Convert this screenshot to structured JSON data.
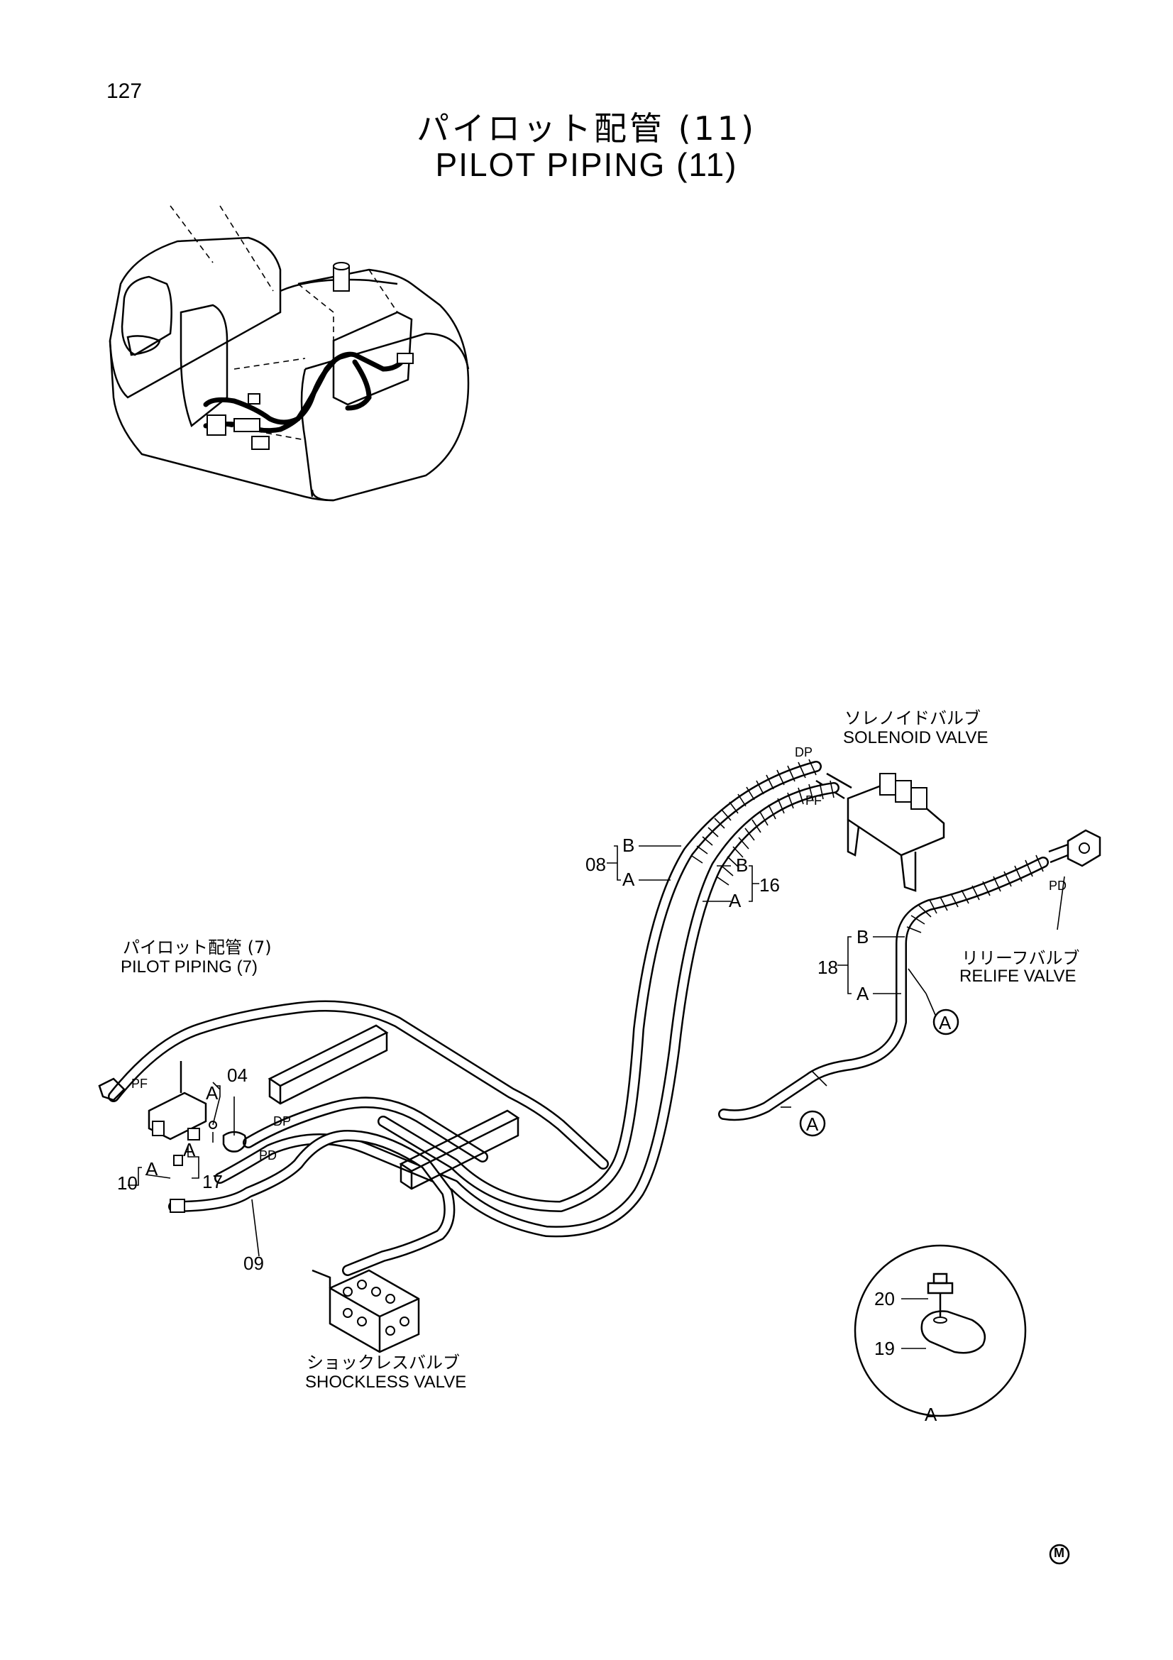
{
  "page_number": "127",
  "title": {
    "japanese": "パイロット配管 (11)",
    "english": "PILOT PIPING (11)"
  },
  "components": {
    "solenoid_valve": {
      "japanese": "ソレノイドバルブ",
      "english": "SOLENOID VALVE"
    },
    "relief_valve": {
      "japanese": "リリーフバルブ",
      "english": "RELIFE VALVE"
    },
    "pilot_piping_ref": {
      "japanese": "パイロット配管 (7)",
      "english": "PILOT PIPING (7)"
    },
    "shockless_valve": {
      "japanese": "ショックレスバルブ",
      "english": "SHOCKLESS VALVE"
    }
  },
  "part_numbers": [
    "04",
    "08",
    "09",
    "10",
    "16",
    "17",
    "18",
    "19",
    "20"
  ],
  "port_labels": {
    "dp": "DP",
    "pf": "PF",
    "pd": "PD"
  },
  "end_labels": {
    "a": "A",
    "b": "B"
  },
  "detail_view": {
    "label": "A"
  },
  "symbol": "M",
  "icons": [
    "circled-a-icon",
    "circled-m-icon"
  ]
}
